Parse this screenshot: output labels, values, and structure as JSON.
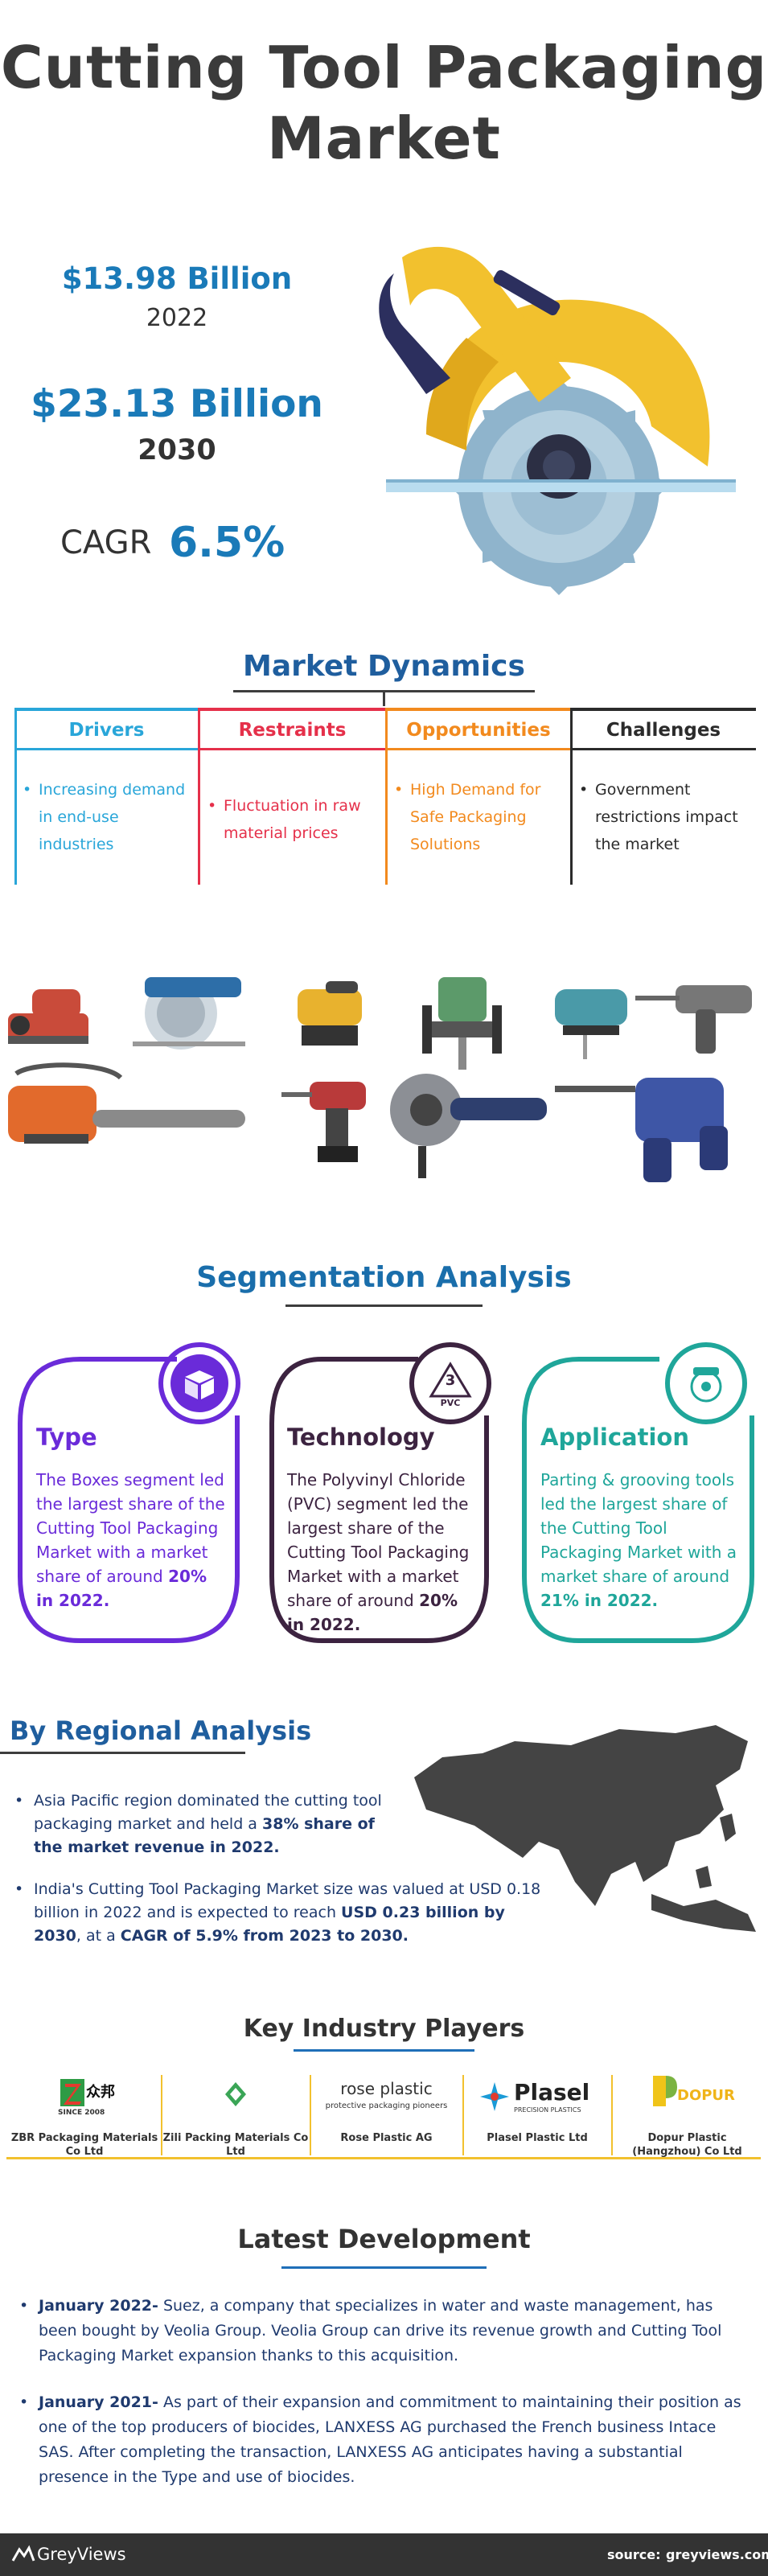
{
  "header": {
    "title_line1": "Cutting Tool Packaging",
    "title_line2": "Market"
  },
  "stats": {
    "value_2022": "$13.98 Billion",
    "year_2022": "2022",
    "value_2030": "$23.13 Billion",
    "year_2030": "2030",
    "cagr_label": "CAGR",
    "cagr_value": "6.5%"
  },
  "dynamics": {
    "heading": "Market Dynamics",
    "columns": [
      {
        "title": "Drivers",
        "text": "Increasing demand in end-use industries",
        "color": "#29a6d9"
      },
      {
        "title": "Restraints",
        "text": "Fluctuation in raw material prices",
        "color": "#e5304a"
      },
      {
        "title": "Opportunities",
        "text": "High Demand for Safe Packaging Solutions",
        "color": "#f28a1e"
      },
      {
        "title": "Challenges",
        "text": "Government restrictions impact the market",
        "color": "#2b2b2b"
      }
    ]
  },
  "segmentation": {
    "heading": "Segmentation Analysis",
    "cards": [
      {
        "title": "Type",
        "color": "#6a2bd9",
        "text_pre": "The Boxes segment led the largest share of the Cutting Tool Packaging Market with a market share of around ",
        "text_bold": "20% in 2022.",
        "icon": "box-icon"
      },
      {
        "title": "Technology",
        "color": "#3c2340",
        "text_pre": "The Polyvinyl Chloride (PVC) segment led the largest share of the Cutting Tool Packaging Market with a market share of around ",
        "text_bold": "20% in 2022.",
        "icon": "pvc-recycle-icon",
        "icon_number": "3",
        "icon_label": "PVC"
      },
      {
        "title": "Application",
        "color": "#1fa69a",
        "text_pre": "Parting & grooving tools led the largest share of the Cutting Tool Packaging Market with a market share of around ",
        "text_bold": "21% in 2022.",
        "icon": "saw-blade-icon"
      }
    ]
  },
  "regional": {
    "heading": "By Regional Analysis",
    "b1_pre": "Asia Pacific region dominated the cutting tool packaging market and held a ",
    "b1_bold": "38% share of the market revenue in 2022.",
    "b2_pre": "India's Cutting Tool Packaging Market size was valued at USD 0.18 billion in 2022 and is expected to reach ",
    "b2_bold1": "USD 0.23 billion by 2030",
    "b2_mid": ", at a ",
    "b2_bold2": "CAGR of 5.9% from 2023 to 2030."
  },
  "players": {
    "heading": "Key Industry Players",
    "list": [
      {
        "name": "ZBR Packaging Materials Co Ltd",
        "logo_text": "众邦",
        "logo_sub": "SINCE 2008"
      },
      {
        "name": "Zili Packing Materials Co Ltd",
        "logo_text": "",
        "logo_sub": ""
      },
      {
        "name": "Rose Plastic AG",
        "logo_text": "rose plastic",
        "logo_sub": "protective packaging pioneers"
      },
      {
        "name": "Plasel Plastic Ltd",
        "logo_text": "Plasel",
        "logo_sub": "PRECISION PLASTICS"
      },
      {
        "name": "Dopur Plastic (Hangzhou) Co Ltd",
        "logo_text": "DOPUR",
        "logo_sub": ""
      }
    ]
  },
  "development": {
    "heading": "Latest Development",
    "items": [
      {
        "date": "January 2022-",
        "text": " Suez, a company that specializes in water and waste management, has been bought by Veolia Group. Veolia Group can drive its revenue growth and Cutting Tool Packaging Market expansion thanks to this acquisition."
      },
      {
        "date": "January 2021-",
        "text": " As part of their expansion and commitment to maintaining their position as one of the top producers of biocides, LANXESS AG purchased the French business Intace SAS. After completing the transaction, LANXESS AG anticipates having a substantial presence in the Type and use of biocides."
      }
    ]
  },
  "footer": {
    "brand": "GreyViews",
    "source_label": "source:",
    "source_value": "greyviews.com"
  }
}
